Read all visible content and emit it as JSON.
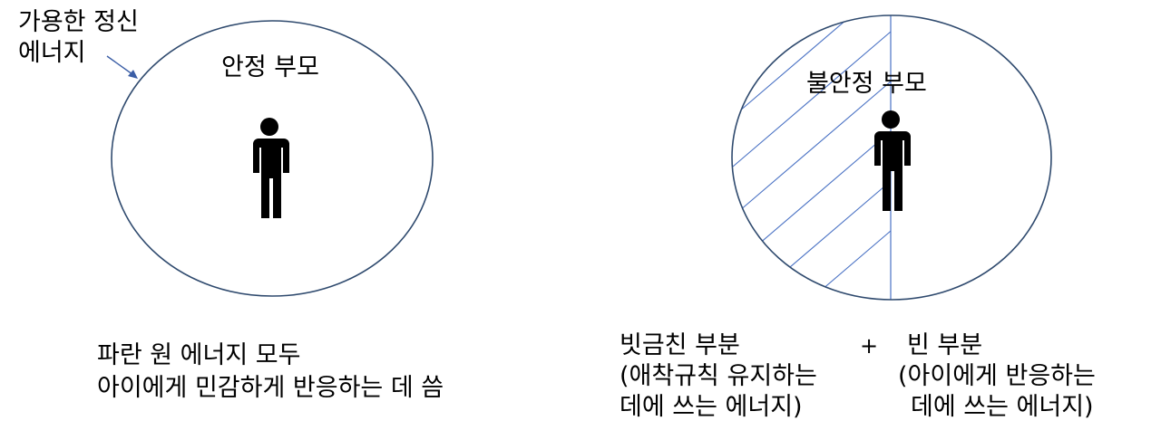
{
  "callout": {
    "line1": "가용한 정신",
    "line2": "에너지"
  },
  "left_panel": {
    "title": "안정 부모",
    "caption_line1": "파란 원 에너지 모두",
    "caption_line2": "아이에게 민감하게 반응하는 데 씀"
  },
  "right_panel": {
    "title": "불안정 부모",
    "hatched_label": "빗금친 부분",
    "hatched_desc_line1": "(애착규칙 유지하는",
    "hatched_desc_line2": "데에 쓰는 에너지)",
    "plus": "+",
    "empty_label": "빈 부분",
    "empty_desc_line1": "(아이에게 반응하는",
    "empty_desc_line2": "데에 쓰는 에너지)"
  },
  "colors": {
    "circle_stroke": "#2f4a6e",
    "hatch": "#4a72c4",
    "arrow": "#3b5ea6",
    "figure": "#000000"
  },
  "icons": [
    "person-icon",
    "person-icon"
  ]
}
